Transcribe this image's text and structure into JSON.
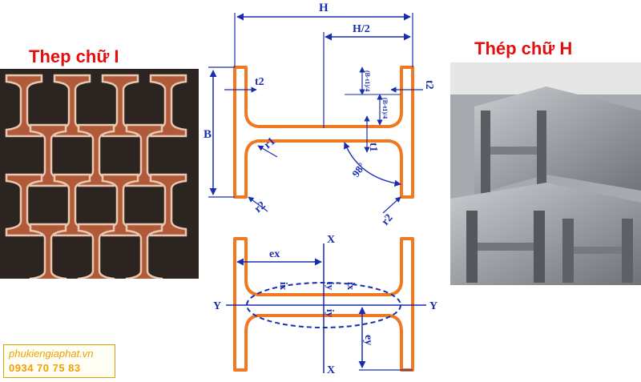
{
  "titles": {
    "left": "Thep chữ I",
    "right": "Thép chữ H"
  },
  "colors": {
    "title_red": "#e01010",
    "steel_outline": "#f07820",
    "dimension_blue": "#1a2db0",
    "brand_orange": "#f0a000"
  },
  "top_diagram": {
    "labels": {
      "H": "H",
      "H_half": "H/2",
      "B": "B",
      "t2_left": "t2",
      "t2_right": "t2",
      "t1": "t1",
      "r1": "r1",
      "r2_left": "r2",
      "r2_right": "r2",
      "angle": "98°",
      "flange_upper": "(B-t1)/4",
      "flange_lower": "(B-t1)/4"
    }
  },
  "bottom_diagram": {
    "labels": {
      "x_top": "X",
      "x_bottom": "X",
      "y_left": "Y",
      "y_right": "Y",
      "ex": "ex",
      "ey": "ey",
      "ix_left": "ix",
      "ix_right": "ix",
      "iy_top": "iy",
      "iy_bottom": "iy"
    }
  },
  "brand": {
    "site": "phukiengiaphat.vn",
    "phone": "0934 70 75 83"
  }
}
